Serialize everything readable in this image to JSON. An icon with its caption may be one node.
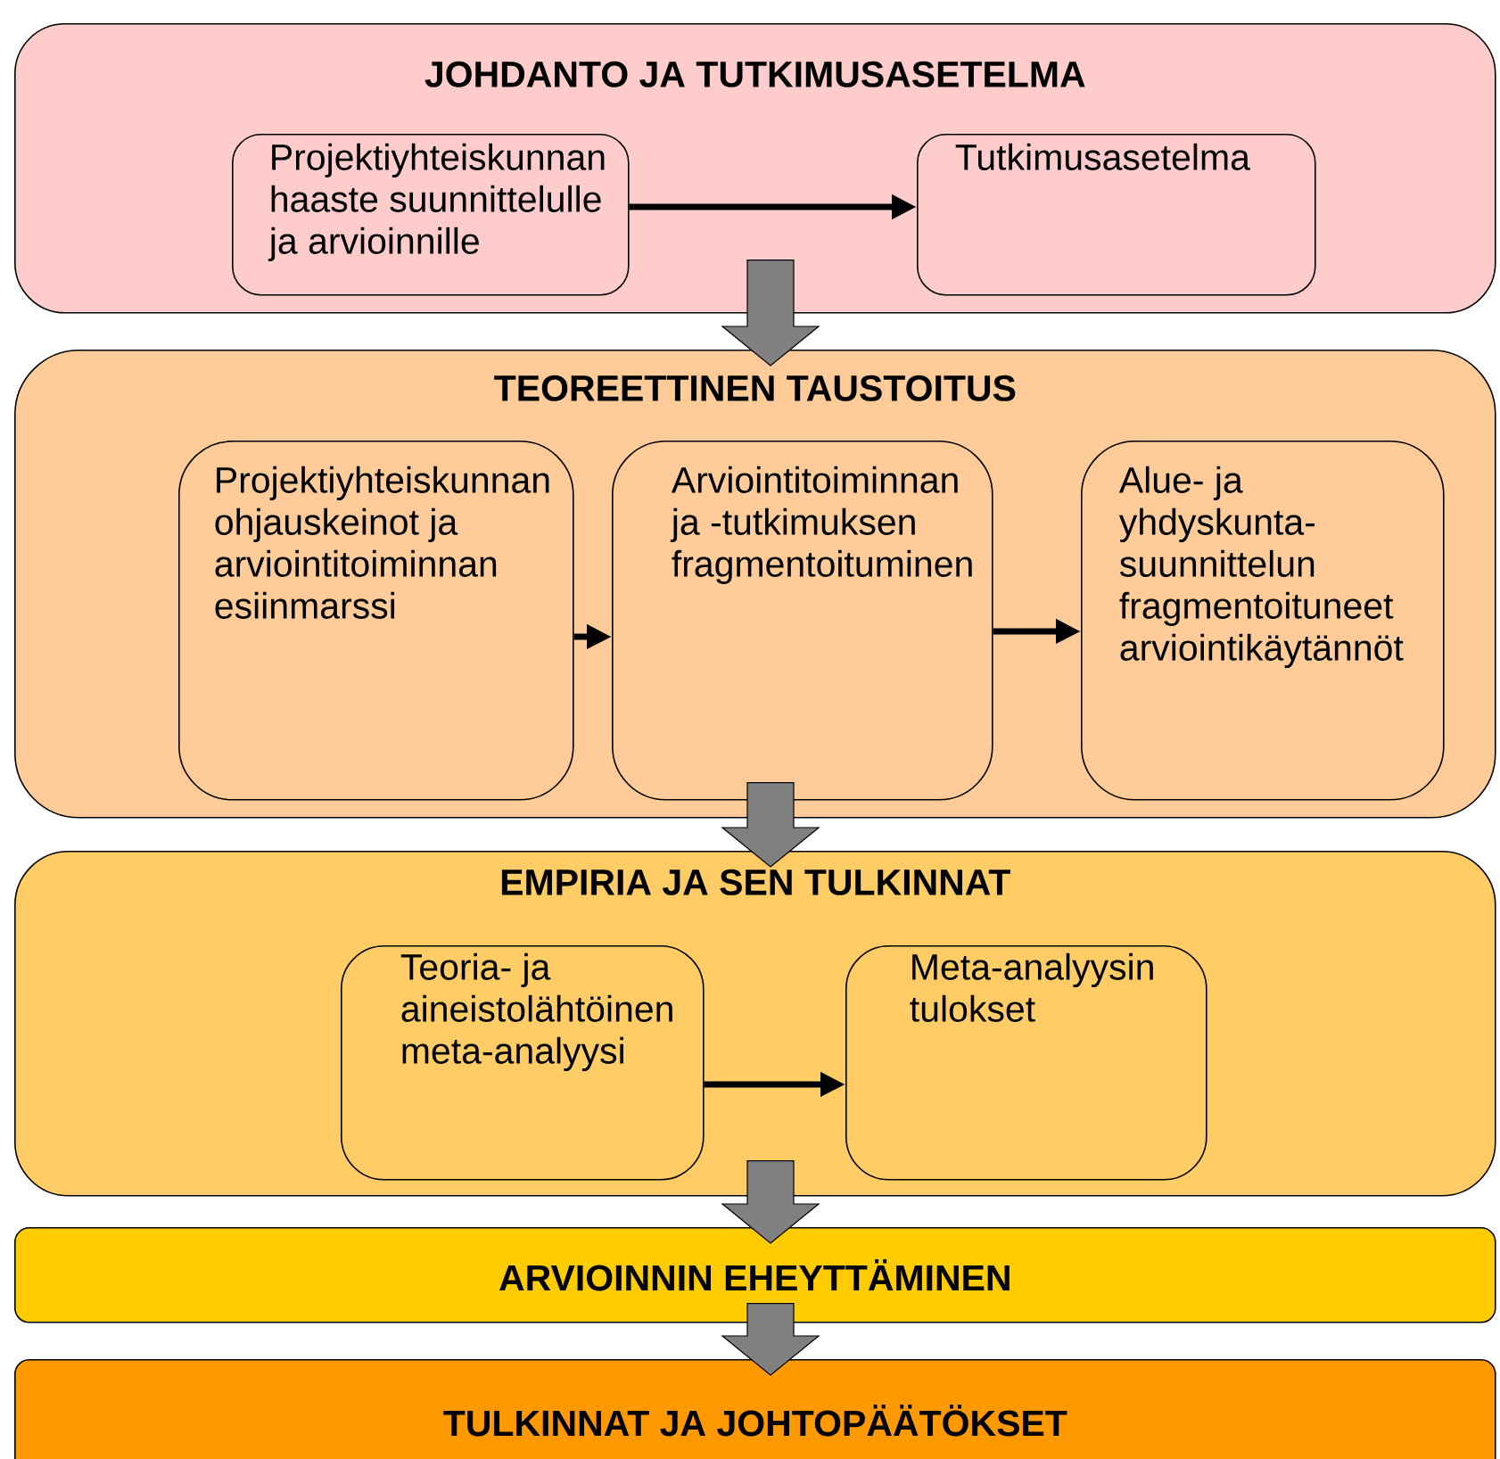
{
  "diagram": {
    "nodes": [
      {
        "text": [
          "JOHDANTO JA TUTKIMUSASETELMA"
        ]
      },
      {
        "text": [
          "Projektiyhteiskunnan haaste suunnittelulle ja arvioinnille"
        ],
        "in": 0
      },
      {
        "text": [
          "Tutkimusasetelma"
        ],
        "in": 0
      },
      {
        "text": [
          "TEOREETTINEN TAUSTOITUS"
        ]
      },
      {
        "text": [
          "Projektiyhteiskunnan ohjauskeinot ja arviointitoiminnan esiinmarssi"
        ],
        "in": 3
      },
      {
        "text": [
          "Arviointitoiminnan ja -tutkimuksen fragmentoituminen"
        ],
        "in": 3
      },
      {
        "text": [
          "Alue- ja yhdyskunta- suunnittelun fragmentoituneet arviointikäytännöt"
        ],
        "in": 3
      },
      {
        "text": [
          "EMPIRIA JA SEN TULKINNAT"
        ]
      },
      {
        "text": [
          "Teoria- ja aineistolähtöinen meta-analyysi"
        ],
        "in": 7
      },
      {
        "text": [
          "Meta-analyysin tulokset"
        ],
        "in": 7
      },
      {
        "text": [
          "ARVIOINNIN EHEYTTÄMINEN"
        ]
      },
      {
        "text": [
          "TULKINNAT JA JOHTOPÄÄTÖKSET"
        ]
      }
    ],
    "edges": [
      {
        "from": 1,
        "to": 2,
        "arrow": "to"
      },
      {
        "from": 0,
        "to": 3,
        "arrow": "to",
        "style": "thick",
        "color": "#808080"
      },
      {
        "from": 4,
        "to": 5,
        "arrow": "to"
      },
      {
        "from": 5,
        "to": 6,
        "arrow": "to"
      },
      {
        "from": 3,
        "to": 7,
        "arrow": "to",
        "style": "thick",
        "color": "#808080"
      },
      {
        "from": 8,
        "to": 9,
        "arrow": "to"
      },
      {
        "from": 7,
        "to": 10,
        "arrow": "to",
        "style": "thick",
        "color": "#808080"
      },
      {
        "from": 10,
        "to": 11,
        "arrow": "to",
        "style": "thick",
        "color": "#808080"
      }
    ]
  }
}
